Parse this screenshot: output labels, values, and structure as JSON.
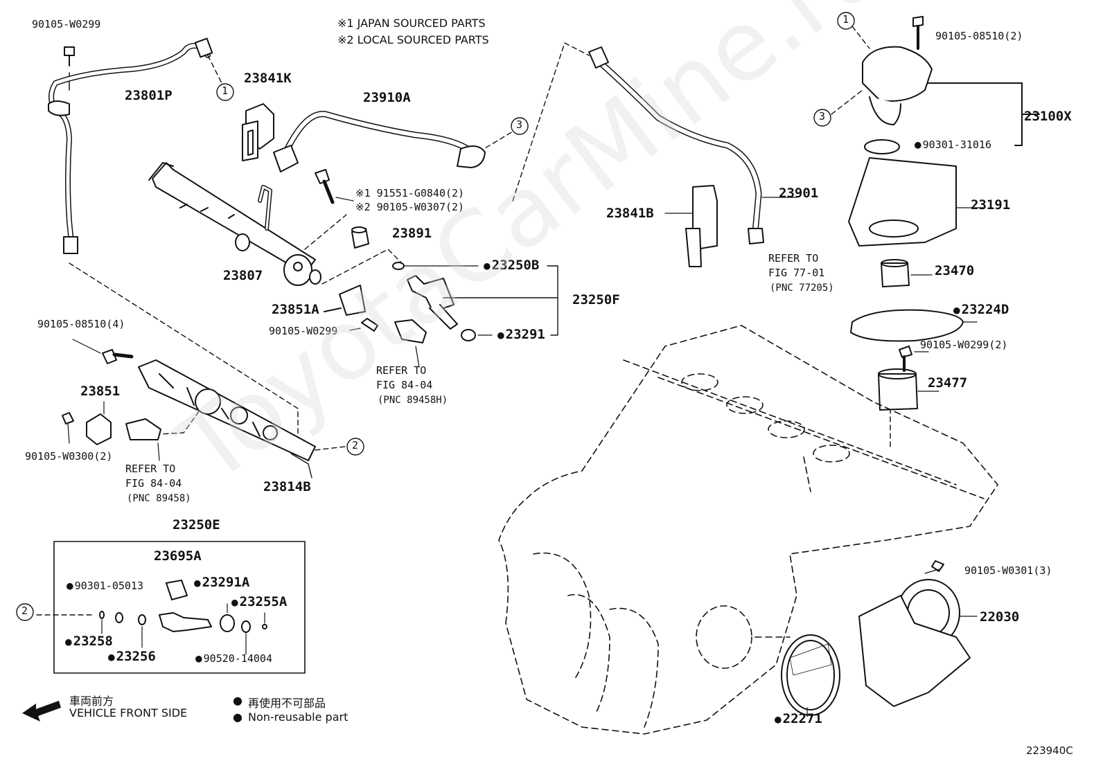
{
  "notes": {
    "japan": "※1 JAPAN SOURCED PARTS",
    "local": "※2 LOCAL SOURCED PARTS"
  },
  "watermark": "ToyotaCarMine.ru",
  "diagram_code": "223940C",
  "legend": {
    "front_jp": "車両前方",
    "front_en": "VEHICLE FRONT SIDE",
    "nonreuse_jp": "再使用不可部品",
    "nonreuse_en": "Non-reusable part"
  },
  "callouts": {
    "c1": "1",
    "c2": "2",
    "c3": "3"
  },
  "labels": {
    "p90105_w0299_top": "90105-W0299",
    "p23801P": "23801P",
    "p23841K": "23841K",
    "p23910A": "23910A",
    "p91551": "※1 91551-G0840(2)",
    "p90105_w0307": "※2 90105-W0307(2)",
    "p23891": "23891",
    "p23807": "23807",
    "p23250B": "23250B",
    "p23250F": "23250F",
    "p23851A": "23851A",
    "p90105_w0299_mid": "90105-W0299",
    "p23291": "23291",
    "refer_8404_a": "REFER TO",
    "refer_8404_a2": "FIG 84-04",
    "refer_8404_a3": "(PNC 89458H)",
    "p90105_08510_4": "90105-08510(4)",
    "p23851": "23851",
    "p90105_w0300": "90105-W0300(2)",
    "refer_8404_b": "REFER TO",
    "refer_8404_b2": "FIG 84-04",
    "refer_8404_b3": "(PNC 89458)",
    "p23814B": "23814B",
    "p23250E": "23250E",
    "p23695A": "23695A",
    "p90301_05013": "90301-05013",
    "p23291A": "23291A",
    "p23255A": "23255A",
    "p23258": "23258",
    "p23256": "23256",
    "p90520_14004": "90520-14004",
    "p90105_08510_2": "90105-08510(2)",
    "p23100X": "23100X",
    "p90301_31016": "90301-31016",
    "p23901": "23901",
    "p23841B": "23841B",
    "p23191": "23191",
    "refer_7701": "REFER TO",
    "refer_7701_2": "FIG 77-01",
    "refer_7701_3": "(PNC 77205)",
    "p23470": "23470",
    "p23224D": "23224D",
    "p90105_w0299_2": "90105-W0299(2)",
    "p23477": "23477",
    "p90105_w0301": "90105-W0301(3)",
    "p22030": "22030",
    "p22271": "22271"
  }
}
